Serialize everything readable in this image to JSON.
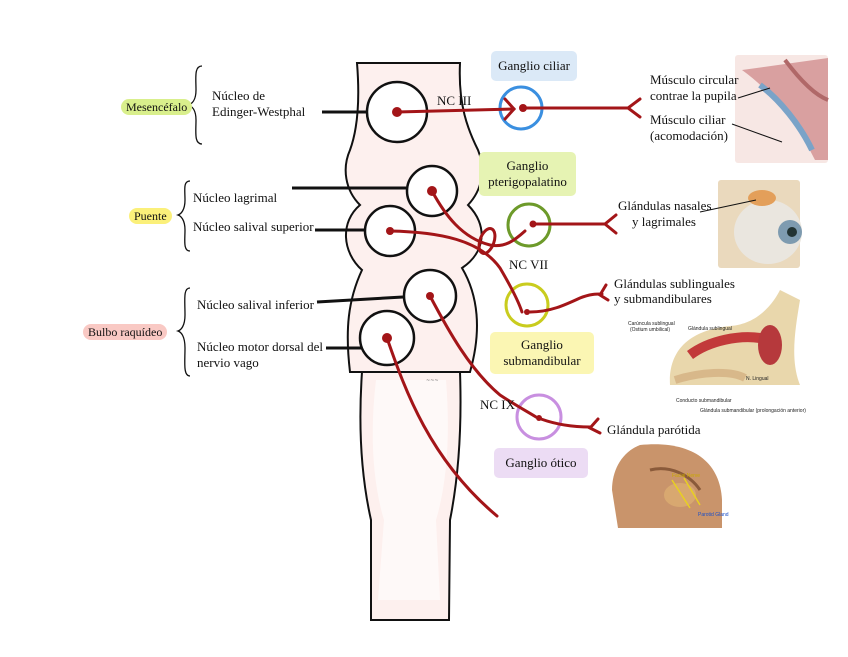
{
  "regions": {
    "midbrain": "Mesencéfalo",
    "pons": "Puente",
    "medulla": "Bulbo raquídeo"
  },
  "nuclei": {
    "edinger_line1": "Núcleo de",
    "edinger_line2": "Edinger-Westphal",
    "lacrimal": "Núcleo lagrimal",
    "sup_salivary": "Núcleo salival superior",
    "inf_salivary": "Núcleo salival inferior",
    "vagus_line1": "Núcleo motor dorsal del",
    "vagus_line2": "nervio vago"
  },
  "nerves": {
    "cn3": "NC III",
    "cn7": "NC VII",
    "cn9": "NC IX"
  },
  "ganglia": {
    "ciliary": "Ganglio ciliar",
    "ptery_line1": "Ganglio",
    "ptery_line2": "pterigopalatino",
    "submand_line1": "Ganglio",
    "submand_line2": "submandibular",
    "otic": "Ganglio ótico"
  },
  "targets": {
    "eye_line1": "Músculo circular",
    "eye_line2": "contrae la pupila",
    "eye_line3": "Músculo ciliar",
    "eye_line4": "(acomodación)",
    "nasal_line1": "Glándulas nasales",
    "nasal_line2": "y lagrimales",
    "subl_line1": "Glándulas sublinguales",
    "subl_line2": "y submandibulares",
    "parotid": "Glándula parótida"
  },
  "figure_labels": {
    "caruncle_line1": "Carúncula sublingual",
    "caruncle_line2": "(Ostium umbilical)",
    "sublingual_gland": "Glándula sublingual",
    "lingual_nerve": "N. Lingual",
    "submand_duct": "Conducto submandibular",
    "submand_gland": "Glándula submandibular (prolongación anterior)",
    "facial_nerve": "Facial Nerve",
    "parotid_gland": "Parotid Gland"
  },
  "colors": {
    "nerve": "#a31518",
    "brainstem_fill": "#fdf0ee",
    "ciliary_ring": "#3a8fe0",
    "ptery_ring": "#6d9a2a",
    "submand_ring": "#c9cc1e",
    "otic_ring": "#c88fe0",
    "midbrain_tag": "#d9ef8c",
    "pons_tag": "#fbf07a",
    "medulla_tag": "#f9c9c4",
    "ciliary_box": "#dbe9f7",
    "ptery_box": "#e6f3b3",
    "submand_box": "#fbf6b3",
    "otic_box": "#ecdcf4"
  }
}
